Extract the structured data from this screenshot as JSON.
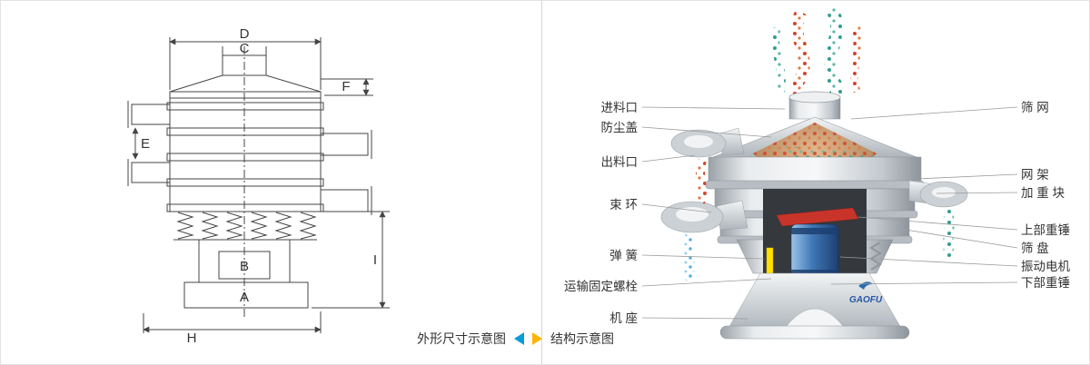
{
  "page": {
    "left_caption": "外形尺寸示意图",
    "right_caption": "结构示意图"
  },
  "dimension_diagram": {
    "labels": {
      "D": "D",
      "C": "C",
      "F": "F",
      "E": "E",
      "B": "B",
      "A": "A",
      "H": "H",
      "I": "I"
    }
  },
  "structure_diagram": {
    "brand": "GAOFU",
    "left_labels": [
      {
        "id": "feed-inlet",
        "text": "进料口"
      },
      {
        "id": "dust-cover",
        "text": "防尘盖"
      },
      {
        "id": "discharge-outlet",
        "text": "出料口"
      },
      {
        "id": "clamp-ring",
        "text": "束 环"
      },
      {
        "id": "spring",
        "text": "弹 簧"
      },
      {
        "id": "transport-fixing-bolt",
        "text": "运输固定螺栓"
      },
      {
        "id": "machine-base",
        "text": "机 座"
      }
    ],
    "right_labels": [
      {
        "id": "screen-mesh",
        "text": "筛 网"
      },
      {
        "id": "mesh-frame",
        "text": "网 架"
      },
      {
        "id": "weight-block",
        "text": "加 重 块"
      },
      {
        "id": "upper-weight",
        "text": "上部重锤"
      },
      {
        "id": "screen-pan",
        "text": "筛 盘"
      },
      {
        "id": "vibration-motor",
        "text": "振动电机"
      },
      {
        "id": "lower-weight",
        "text": "下部重锤"
      }
    ],
    "colors": {
      "red_particles": "#d0452a",
      "teal_particles": "#2f9e8f",
      "blue_particles": "#57b4e6",
      "motor_blue": "#3f77b5",
      "spring_highlight": "#ffe100",
      "arrow_blue": "#0a9bdb",
      "arrow_orange": "#ffb400"
    }
  }
}
